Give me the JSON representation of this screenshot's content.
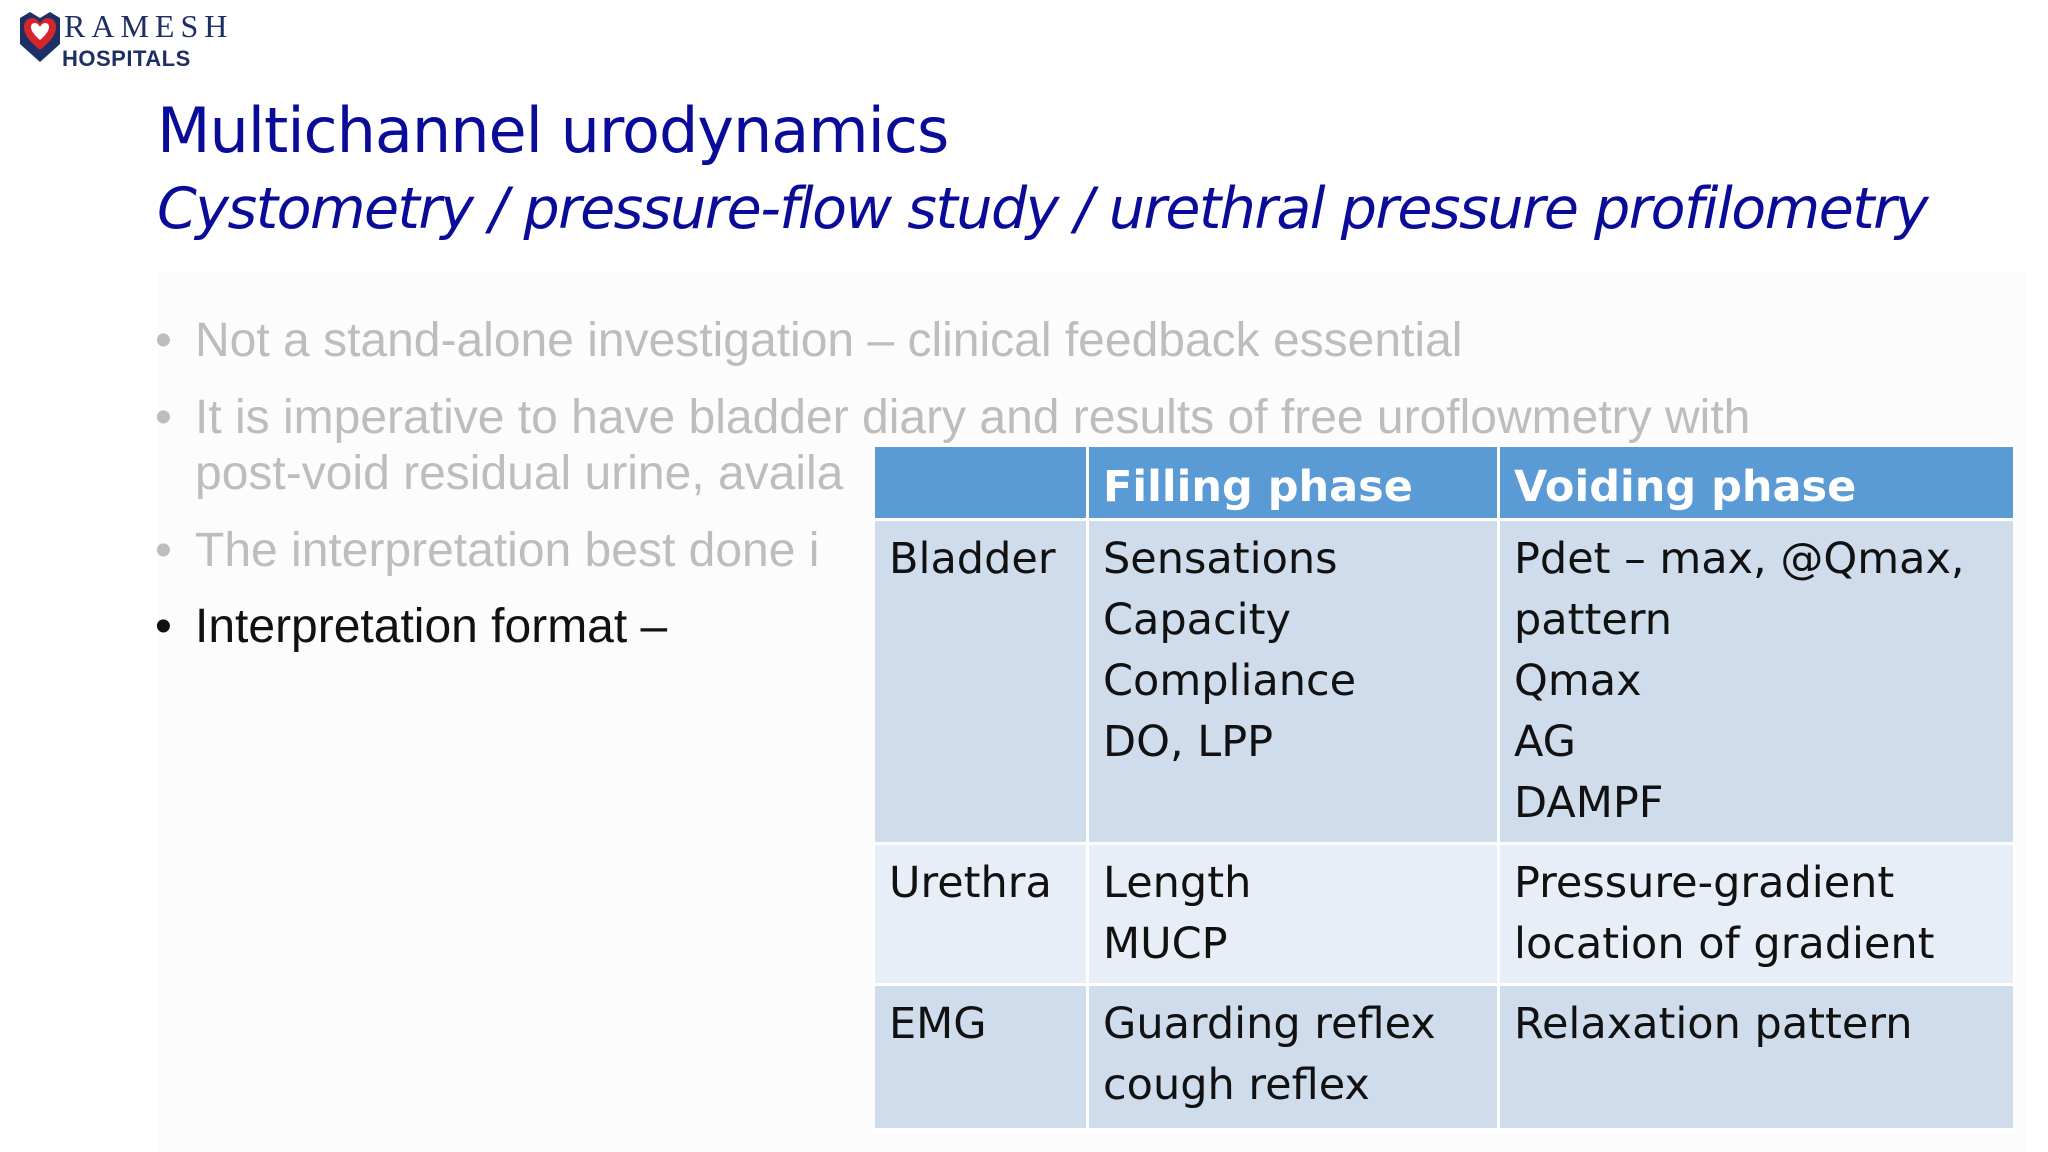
{
  "logo": {
    "line1": "RAMESH",
    "line2": "HOSPITALS",
    "colors": {
      "heart": "#d4262c",
      "shield": "#1d2f63"
    }
  },
  "slide": {
    "title": "Multichannel urodynamics",
    "subtitle": "Cystometry / pressure-flow study / urethral pressure profilometry"
  },
  "bullets": [
    {
      "marker": "•",
      "text": "Not a stand-alone investigation – clinical feedback essential",
      "active": false
    },
    {
      "marker": "•",
      "lines": [
        "It is imperative to have bladder diary and results of free uroflowmetry with",
        "post-void residual urine, availa"
      ],
      "active": false
    },
    {
      "marker": "•",
      "text": "The interpretation best done i",
      "active": false
    },
    {
      "marker": "•",
      "text": "Interpretation format –",
      "active": true
    }
  ],
  "table": {
    "headers": [
      "",
      "Filling phase",
      "Voiding phase"
    ],
    "rows": [
      {
        "label": "Bladder",
        "filling": [
          "Sensations",
          "Capacity",
          "Compliance",
          "DO, LPP"
        ],
        "voiding": [
          "Pdet – max, @Qmax,",
          "pattern",
          "Qmax",
          "AG",
          "DAMPF"
        ]
      },
      {
        "label": "Urethra",
        "filling": [
          "Length",
          "MUCP"
        ],
        "voiding": [
          "Pressure-gradient",
          "location of gradient"
        ]
      },
      {
        "label": "EMG",
        "filling": [
          "Guarding reflex",
          "cough reflex"
        ],
        "voiding": [
          "Relaxation pattern"
        ]
      }
    ],
    "colors": {
      "header": "#5b9bd5",
      "dark_row": "#cfdcec",
      "light_row": "#e8eef7"
    }
  },
  "colors": {
    "title": "#0b0b9a",
    "faded_text": "#bdbdbd",
    "active_text": "#111111"
  }
}
